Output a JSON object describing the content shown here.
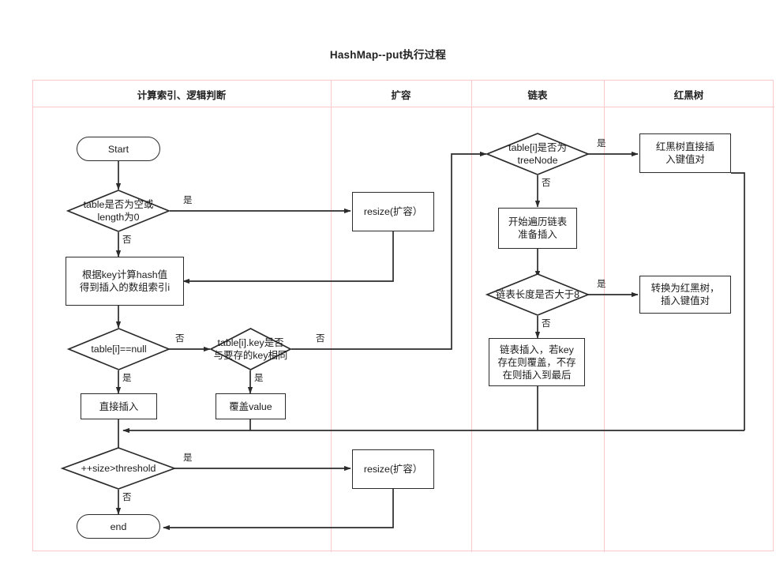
{
  "title": "HashMap--put执行过程",
  "theme": {
    "frame_border": "#fbc9c9",
    "node_border": "#2b2b2b",
    "line": "#2b2b2b",
    "background": "#ffffff"
  },
  "columns": [
    {
      "label": "计算索引、逻辑判断"
    },
    {
      "label": "扩容"
    },
    {
      "label": "链表"
    },
    {
      "label": "红黑树"
    }
  ],
  "nodes": {
    "start": {
      "label": "Start",
      "type": "terminator"
    },
    "table_empty": {
      "label": "table是否为空或\nlength为0",
      "type": "decision"
    },
    "resize_top": {
      "label": "resize(扩容）",
      "type": "process"
    },
    "calc_hash": {
      "label": "根据key计算hash值\n得到插入的数组索引i",
      "type": "process"
    },
    "table_null": {
      "label": "table[i]==null",
      "type": "decision"
    },
    "key_same": {
      "label": "table[i].key是否\n与要存的key相同",
      "type": "decision"
    },
    "direct_insert": {
      "label": "直接插入",
      "type": "process"
    },
    "overwrite": {
      "label": "覆盖value",
      "type": "process"
    },
    "size_thr": {
      "label": "++size>threshold",
      "type": "decision"
    },
    "resize_bottom": {
      "label": "resize(扩容）",
      "type": "process"
    },
    "end": {
      "label": "end",
      "type": "terminator"
    },
    "is_treenode": {
      "label": "table[i]是否为\ntreeNode",
      "type": "decision"
    },
    "traverse": {
      "label": "开始遍历链表\n准备插入",
      "type": "process"
    },
    "len_gt8": {
      "label": "链表长度是否大于8",
      "type": "decision"
    },
    "list_insert": {
      "label": "链表插入，若key\n存在则覆盖，不存\n在则插入到最后",
      "type": "process"
    },
    "rbt_insert": {
      "label": "红黑树直接插\n入键值对",
      "type": "process"
    },
    "to_rbt": {
      "label": "转换为红黑树，\n插入键值对",
      "type": "process"
    }
  },
  "edge_labels": {
    "table_empty_yes": "是",
    "table_empty_no": "否",
    "table_null_no": "否",
    "table_null_yes": "是",
    "key_same_no": "否",
    "key_same_yes": "是",
    "size_thr_yes": "是",
    "size_thr_no": "否",
    "is_treenode_yes": "是",
    "is_treenode_no": "否",
    "len_gt8_yes": "是",
    "len_gt8_no": "否"
  }
}
